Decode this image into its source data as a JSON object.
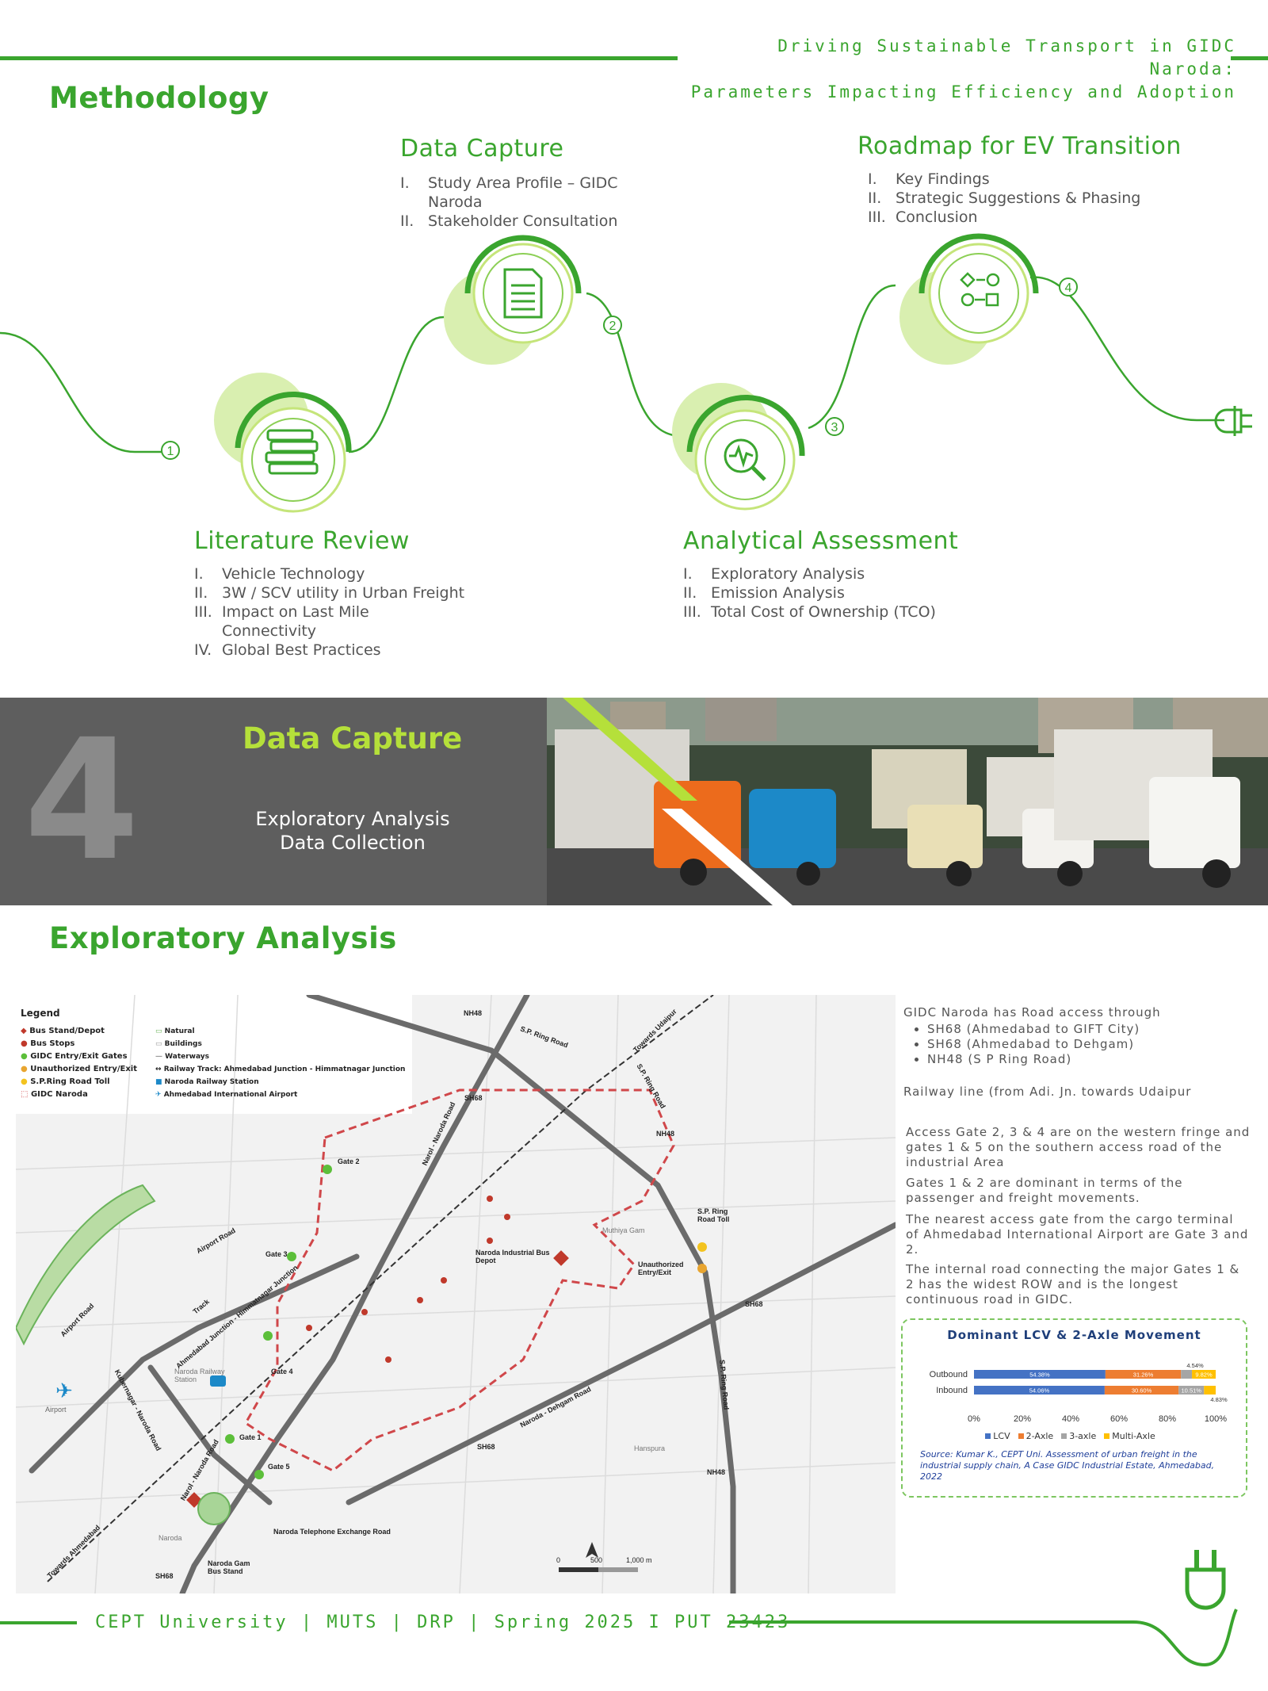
{
  "header": {
    "title_line1": "Driving Sustainable Transport in GIDC Naroda:",
    "title_line2": "Parameters Impacting Efficiency and Adoption"
  },
  "methodology": {
    "heading": "Methodology",
    "steps": [
      {
        "number": "1",
        "title": "Literature Review",
        "icon": "books-icon",
        "items": [
          {
            "num": "I.",
            "text": "Vehicle Technology"
          },
          {
            "num": "II.",
            "text": "3W / SCV utility in Urban Freight"
          },
          {
            "num": "III.",
            "text": "Impact on Last Mile Connectivity"
          },
          {
            "num": "IV.",
            "text": "Global Best Practices"
          }
        ]
      },
      {
        "number": "2",
        "title": "Data Capture",
        "icon": "document-icon",
        "items": [
          {
            "num": "I.",
            "text": "Study Area Profile – GIDC Naroda"
          },
          {
            "num": "II.",
            "text": "Stakeholder Consultation"
          }
        ]
      },
      {
        "number": "3",
        "title": "Analytical Assessment",
        "icon": "magnifier-pulse-icon",
        "items": [
          {
            "num": "I.",
            "text": "Exploratory Analysis"
          },
          {
            "num": "II.",
            "text": "Emission Analysis"
          },
          {
            "num": "III.",
            "text": "Total Cost of Ownership (TCO)"
          }
        ]
      },
      {
        "number": "4",
        "title": "Roadmap for EV Transition",
        "icon": "flowchart-icon",
        "items": [
          {
            "num": "I.",
            "text": "Key Findings"
          },
          {
            "num": "II.",
            "text": "Strategic Suggestions & Phasing"
          },
          {
            "num": "III.",
            "text": "Conclusion"
          }
        ]
      }
    ]
  },
  "banner": {
    "number": "4",
    "title": "Data Capture",
    "line1": "Exploratory Analysis",
    "line2": "Data Collection"
  },
  "exploratory": {
    "heading": "Exploratory Analysis"
  },
  "map": {
    "legend_title": "Legend",
    "legend_left": [
      "Bus Stand/Depot",
      "Bus Stops",
      "GIDC Entry/Exit Gates",
      "Unauthorized Entry/Exit",
      "S.P.Ring Road Toll",
      "GIDC Naroda"
    ],
    "legend_right": [
      "Natural",
      "Buildings",
      "Waterways",
      "Railway Track: Ahmedabad Junction - Himmatnagar Junction",
      "Naroda Railway Station",
      "Ahmedabad International Airport"
    ],
    "labels": {
      "nh48_a": "NH48",
      "nh48_b": "NH48",
      "nh48_c": "NH48",
      "sh68_a": "SH68",
      "sh68_b": "SH68",
      "sh68_c": "SH68",
      "sh68_d": "SH68",
      "sp_ring_road_1": "S.P. Ring Road",
      "sp_ring_road_2": "S.P. Ring Road",
      "sp_ring_road_3": "S.P. Ring Road",
      "towards_udaipur": "Towards Udaipur",
      "narol_naroda_road_1": "Narol - Naroda Road",
      "narol_naroda_road_2": "Narol - Naroda Road",
      "gate2": "Gate 2",
      "gate3": "Gate 3",
      "gate4": "Gate 4",
      "gate1": "Gate 1",
      "gate5": "Gate 5",
      "airport_road_1": "Airport Road",
      "airport_road_2": "Airport Road",
      "track": "Track",
      "track_junction": "Ahmedabad Junction - Himmatnagar Junction",
      "naroda_industrial_bus_depot": "Naroda Industrial Bus Depot",
      "muthiya_gam": "Muthiya Gam",
      "sp_ring_road_toll": "S.P. Ring Road Toll",
      "unauthorized_entry_exit": "Unauthorized Entry/Exit",
      "naroda_railway_station": "Naroda Railway Station",
      "airport": "Airport",
      "kubernagar_naroda_road": "Kubernagar - Naroda Road",
      "naroda_dehgam_road": "Naroda - Dehgam Road",
      "hanspura": "Hanspura",
      "naroda": "Naroda",
      "naroda_telephone_exchange_road": "Naroda Telephone Exchange Road",
      "naroda_gam_bus_stand": "Naroda Gam Bus Stand",
      "towards_ahmedabad": "Towards Ahmedabad"
    },
    "scale": {
      "s0": "0",
      "s1": "500",
      "s2": "1,000 m"
    }
  },
  "side_panel": {
    "access_intro": "GIDC Naroda has Road access through",
    "access_roads": [
      "SH68 (Ahmedabad to GIFT City)",
      "SH68 (Ahmedabad to Dehgam)",
      "NH48 (S P Ring Road)"
    ],
    "railway": "Railway line (from Adi. Jn. towards Udaipur",
    "p1": "Access Gate 2, 3 & 4 are on the western fringe and gates 1 & 5 on the southern access road of the industrial Area",
    "p2": "Gates 1 & 2 are dominant in terms of the passenger and freight movements.",
    "p3": "The nearest access gate from the cargo terminal of Ahmedabad International Airport are Gate 3 and 2.",
    "p4": "The internal road connecting the major Gates 1 & 2 has the widest ROW and is the longest continuous road in GIDC."
  },
  "chart_data": {
    "type": "bar",
    "orientation": "horizontal",
    "stacked": true,
    "title": "Dominant LCV & 2-Axle Movement",
    "categories": [
      "Outbound",
      "Inbound"
    ],
    "series": [
      {
        "name": "LCV",
        "color": "#4472c4",
        "values": [
          54.38,
          54.06
        ],
        "labels": [
          "54.38%",
          "54.06%"
        ]
      },
      {
        "name": "2-Axle",
        "color": "#ed7d31",
        "values": [
          31.26,
          30.6
        ],
        "labels": [
          "31.26%",
          "30.60%"
        ]
      },
      {
        "name": "3-axle",
        "color": "#a5a5a5",
        "values": [
          4.54,
          10.51
        ],
        "labels": [
          "4.54%",
          "10.51%"
        ]
      },
      {
        "name": "Multi-Axle",
        "color": "#ffc000",
        "values": [
          9.82,
          4.83
        ],
        "labels": [
          "9.82%",
          "4.83%"
        ]
      }
    ],
    "xlim": [
      0,
      100
    ],
    "xticks": [
      "0%",
      "20%",
      "40%",
      "60%",
      "80%",
      "100%"
    ],
    "legend_position": "bottom",
    "source": "Source: Kumar K., CEPT Uni. Assessment of urban freight in the industrial supply chain, A Case GIDC Industrial Estate, Ahmedabad, 2022"
  },
  "footer": {
    "text": "CEPT University | MUTS | DRP | Spring 2025 I PUT 23423"
  },
  "colors": {
    "accent": "#3aa52e",
    "light_accent": "#d9efb0",
    "banner_gray": "#5e5e5e",
    "lime": "#b5e03a"
  }
}
